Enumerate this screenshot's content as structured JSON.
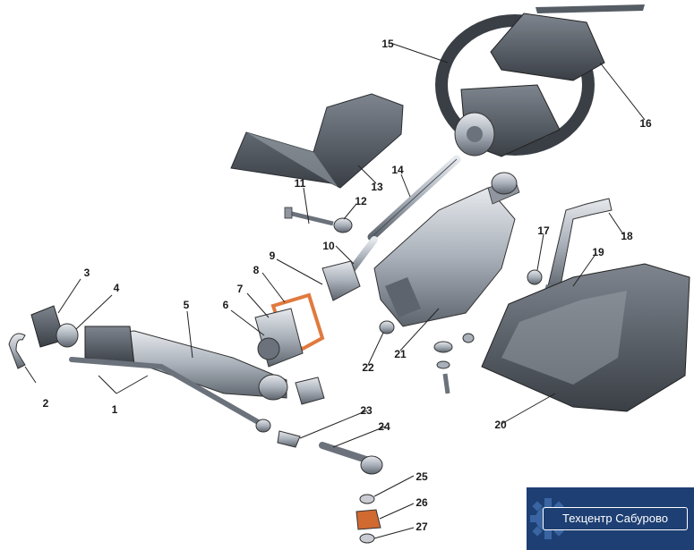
{
  "labels": [
    "1",
    "2",
    "3",
    "4",
    "5",
    "6",
    "7",
    "8",
    "9",
    "10",
    "11",
    "12",
    "13",
    "14",
    "15",
    "16",
    "17",
    "18",
    "19",
    "20",
    "21",
    "22",
    "23",
    "24",
    "25",
    "26",
    "27"
  ],
  "brand": {
    "text": "Техцентр Сабурово",
    "bg_color": "#1d3f73",
    "text_color": "#ffffff"
  },
  "colors": {
    "metal_light": "#c9cdd3",
    "metal_mid": "#8f96a0",
    "metal_dark": "#4a5058",
    "gasket": "#e07a3e",
    "leader": "#222222"
  }
}
